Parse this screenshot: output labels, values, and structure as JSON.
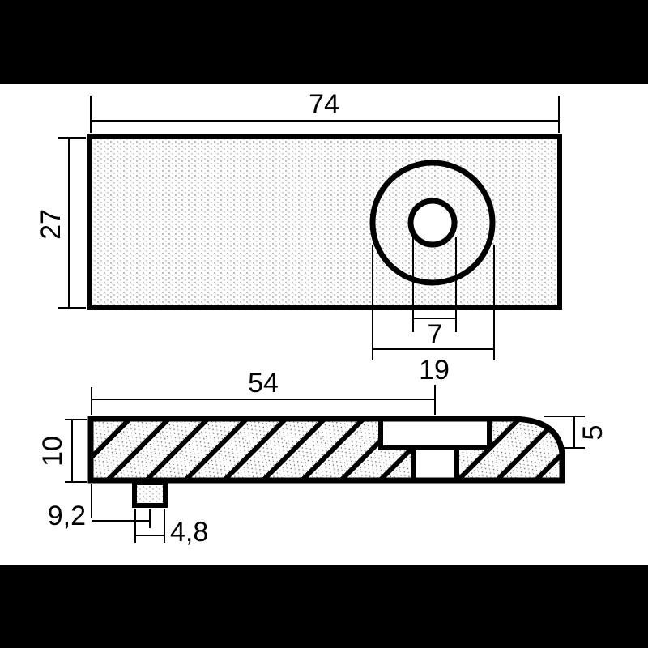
{
  "drawing": {
    "subject": "anode block technical drawing",
    "colors": {
      "background": "#ffffff",
      "letterbox": "#000000",
      "line": "#000000",
      "fill_stipple": "#d9d9d9"
    },
    "top_view": {
      "dimensions": {
        "overall_length": "74",
        "overall_width": "27",
        "hole_inner_diameter": "7",
        "counterbore_diameter": "19"
      }
    },
    "side_view": {
      "dimensions": {
        "hole_offset": "54",
        "thickness": "10",
        "counterbore_depth": "5",
        "pin_offset": "9,2",
        "pin_width": "4,8"
      }
    }
  }
}
